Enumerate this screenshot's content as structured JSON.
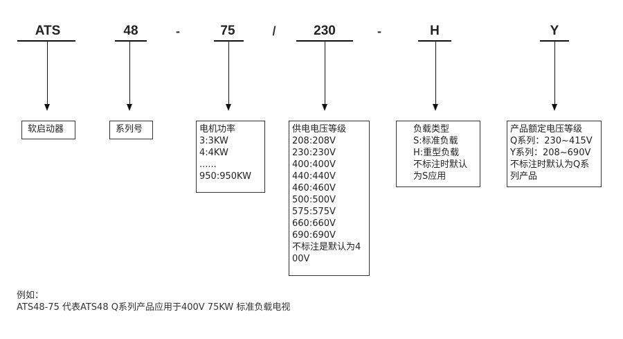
{
  "codes": {
    "series_type": "ATS",
    "series_no": "48",
    "power": "75",
    "voltage": "230",
    "load": "H",
    "grade": "Y"
  },
  "separators": {
    "dash1": "-",
    "slash": "/",
    "dash2": "-"
  },
  "boxes": {
    "soft_starter": {
      "title": "软启动器"
    },
    "series_number": {
      "title": "系列号"
    },
    "motor_power": {
      "title": "电机功率",
      "lines": [
        "3:3KW",
        "4:4KW",
        "......",
        "950:950KW"
      ]
    },
    "supply_voltage": {
      "title": "供电电压等级",
      "lines": [
        "208:208V",
        "230:230V",
        "400:400V",
        "440:440V",
        "460:460V",
        "500:500V",
        "575:575V",
        "660:660V",
        "690:690V"
      ],
      "note": "不标注是默认为400V"
    },
    "load_type": {
      "title": "负载类型",
      "lines": [
        "S:标准负载",
        "H:重型负载"
      ],
      "note": "不标注时默认为S应用"
    },
    "product_grade": {
      "title": "产品额定电压等级",
      "lines": [
        "Q系列：230~415V",
        "Y系列：208~690V"
      ],
      "note": "不标注时默认为Q系列产品"
    }
  },
  "footer": {
    "label": "例如：",
    "example": "ATS48-75 代表ATS48 Q系列产品应用于400V 75KW 标准负载电视"
  }
}
